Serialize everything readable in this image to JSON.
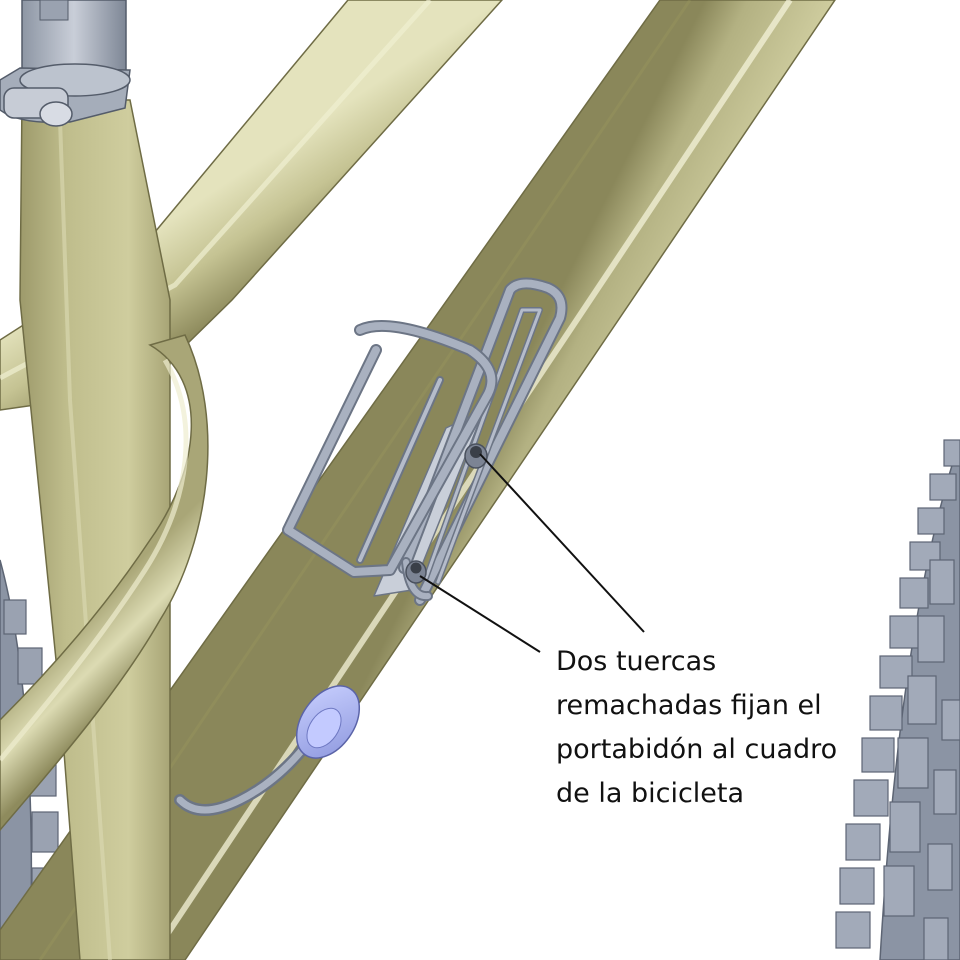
{
  "annotation": {
    "lines": [
      "Dos tuercas",
      "remachadas fijan el",
      "portabidón al cuadro",
      "de la bicicleta"
    ]
  },
  "colors": {
    "frame": "#c5c393",
    "frame_shadow": "#8f8c5e",
    "frame_highlight": "#ecebc8",
    "metal": "#9aa3b3",
    "metal_dark": "#6c7585",
    "tire": "#8b94a4",
    "grommet": "#aab4ee",
    "leader": "#111111"
  }
}
